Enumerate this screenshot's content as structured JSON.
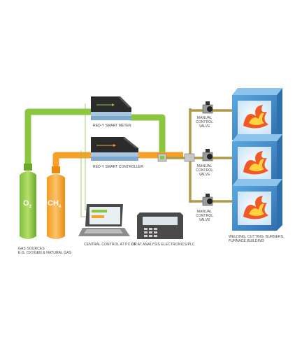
{
  "labels": {
    "meter": "RED-Y SMART METER",
    "controller": "RED-Y SMART CONTROLLER",
    "valve_line1": "MANUAL",
    "valve_line2": "CONTROL",
    "valve_line3": "VALVE",
    "gas_sources_line1": "GAS SOURCES",
    "gas_sources_line2": "E.G. OXYGEN & NATURAL GAS",
    "central_pre": "CENTRAL CONTROL AT PC ",
    "central_or": "OR",
    "central_post": " AT ANALYSIS ELECTRONICS/PLC",
    "applications_line1": "WELDING, CUTTING, BURNERS,",
    "applications_line2": "FURNACE BUILDING"
  },
  "cylinders": {
    "o2_main": "O",
    "o2_sub": "2",
    "ch4_main": "CH",
    "ch4_sub": "4"
  },
  "colors": {
    "green_line": "#8cc63f",
    "orange_line": "#f7a12b",
    "olive_pipe": "#b09a4a",
    "furnace_blue": "#4a90c8",
    "flame_orange": "#f15a24"
  }
}
